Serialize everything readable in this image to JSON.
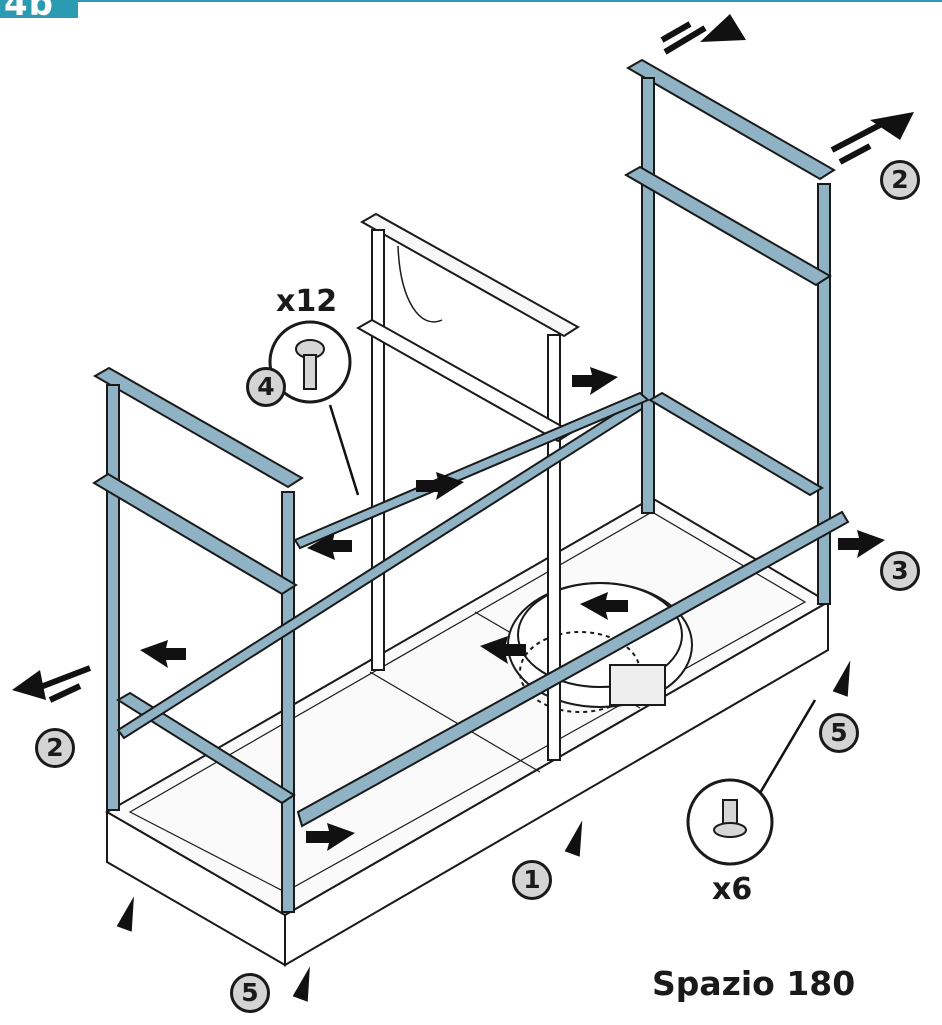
{
  "step": "4b",
  "model": "Spazio 180",
  "quantities": {
    "screw_m5": "x12",
    "foot_screw": "x6"
  },
  "callouts": [
    "1",
    "2",
    "2",
    "3",
    "4",
    "5",
    "5"
  ],
  "colors": {
    "accent": "#2b9bb1",
    "frame_blue": "#8fb3c4",
    "frame_line": "#1a1a1a",
    "badge_fill": "#d4d4d4"
  },
  "icons": [
    "screw-icon",
    "foot-screw-icon",
    "push-arrow-icon",
    "motion-arrow-icon"
  ]
}
